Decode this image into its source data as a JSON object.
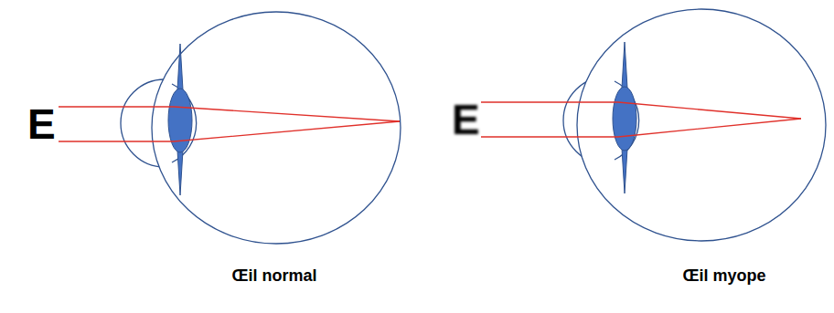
{
  "diagram": {
    "labels": [
      "E",
      "E",
      "Œil normal",
      "Œil myope"
    ]
  }
}
